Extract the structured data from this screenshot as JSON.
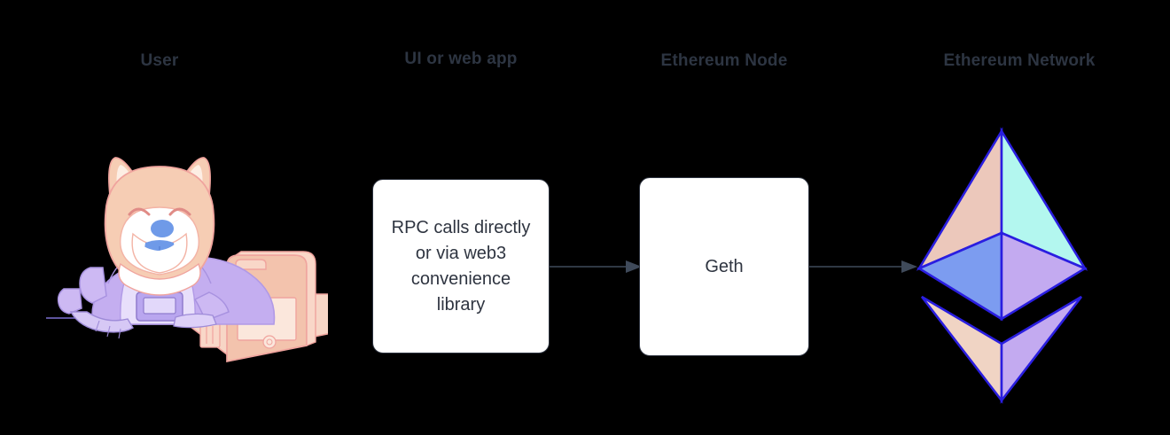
{
  "diagram": {
    "title": "Ethereum application stack flow",
    "background_color": "#000000",
    "headers": [
      {
        "id": "user",
        "label": "User"
      },
      {
        "id": "ui",
        "label": "UI or web app"
      },
      {
        "id": "node",
        "label": "Ethereum Node"
      },
      {
        "id": "network",
        "label": "Ethereum Network"
      }
    ],
    "header_color": "#2d3542",
    "nodes": [
      {
        "id": "rpc",
        "type": "rounded-box",
        "text": "RPC calls directly or via web3 convenience library",
        "fill": "#ffffff",
        "stroke": "#2e3440"
      },
      {
        "id": "geth",
        "type": "rounded-box",
        "text": "Geth",
        "fill": "#ffffff",
        "stroke": "#2e3440"
      }
    ],
    "edges": [
      {
        "id": "edge-rpc-to-geth",
        "from": "rpc",
        "to": "geth",
        "style": "solid-arrow",
        "color": "#3f4a5a",
        "label": ""
      },
      {
        "id": "edge-geth-to-network",
        "from": "geth",
        "to": "network",
        "style": "solid-arrow",
        "color": "#3f4a5a",
        "label": ""
      }
    ],
    "illustrations": [
      {
        "id": "mascot",
        "name": "shiba-inu-astronaut-at-computer",
        "description": "Smiling Shiba Inu dog wearing a lavender spacesuit typing on a retro computer",
        "colors": {
          "fur": "#f3c5ac",
          "fur_light": "#ffffff",
          "suit": "#c4aef0",
          "suit_shadow": "#a893e0",
          "tongue": "#6f9ae8",
          "nose": "#6f9ae8",
          "computer": "#f2c0ab",
          "computer_light": "#fbe4d8",
          "outline": "#f0a4a0"
        }
      },
      {
        "id": "eth-logo",
        "name": "ethereum-diamond-logo",
        "description": "Ethereum diamond mark, multi-colour faceted",
        "colors": {
          "top_left": "#ecc8bb",
          "top_right": "#b3f7ef",
          "mid_left": "#7c9cf0",
          "mid_right": "#c3aaf0",
          "bottom_left": "#f0d4c4",
          "bottom_right": "#c3aaf0",
          "outline": "#2a1ee0"
        }
      }
    ]
  }
}
